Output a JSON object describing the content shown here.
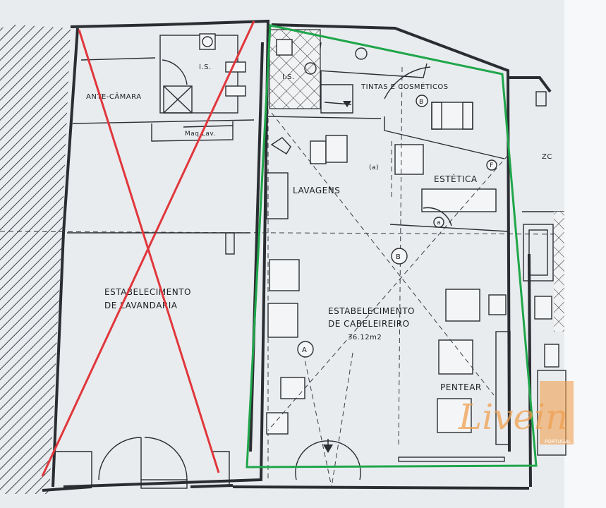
{
  "rooms": {
    "ante_camara": "ANTE-CÂMARA",
    "is_left": "I.S.",
    "maq_lav": "Maq.Lav.",
    "lavandaria_line1": "ESTABELECIMENTO",
    "lavandaria_line2": "DE LAVANDARIA",
    "is_right": "I.S.",
    "tintas": "TINTAS E COSMÉTICOS",
    "lavagens": "LAVAGENS",
    "estetica": "ESTÉTICA",
    "cabeleireiro_line1": "ESTABELECIMENTO",
    "cabeleireiro_line2": "DE CABELEIREIRO",
    "area": "36.12m2",
    "pentear": "PENTEAR",
    "zc": "ZC"
  },
  "section_marks": {
    "a": "A",
    "b": "B",
    "b_small": "B",
    "a_lower1": "(a)",
    "a_lower2": "a",
    "f": "F"
  },
  "watermark": {
    "brand": "Livein",
    "sub": "PORTUGAL"
  },
  "colors": {
    "cross": "#e0373c",
    "outline": "#1fa64a",
    "watermark": "#f0a050",
    "paper": "#e9ecef",
    "ink": "#2a2d31"
  }
}
